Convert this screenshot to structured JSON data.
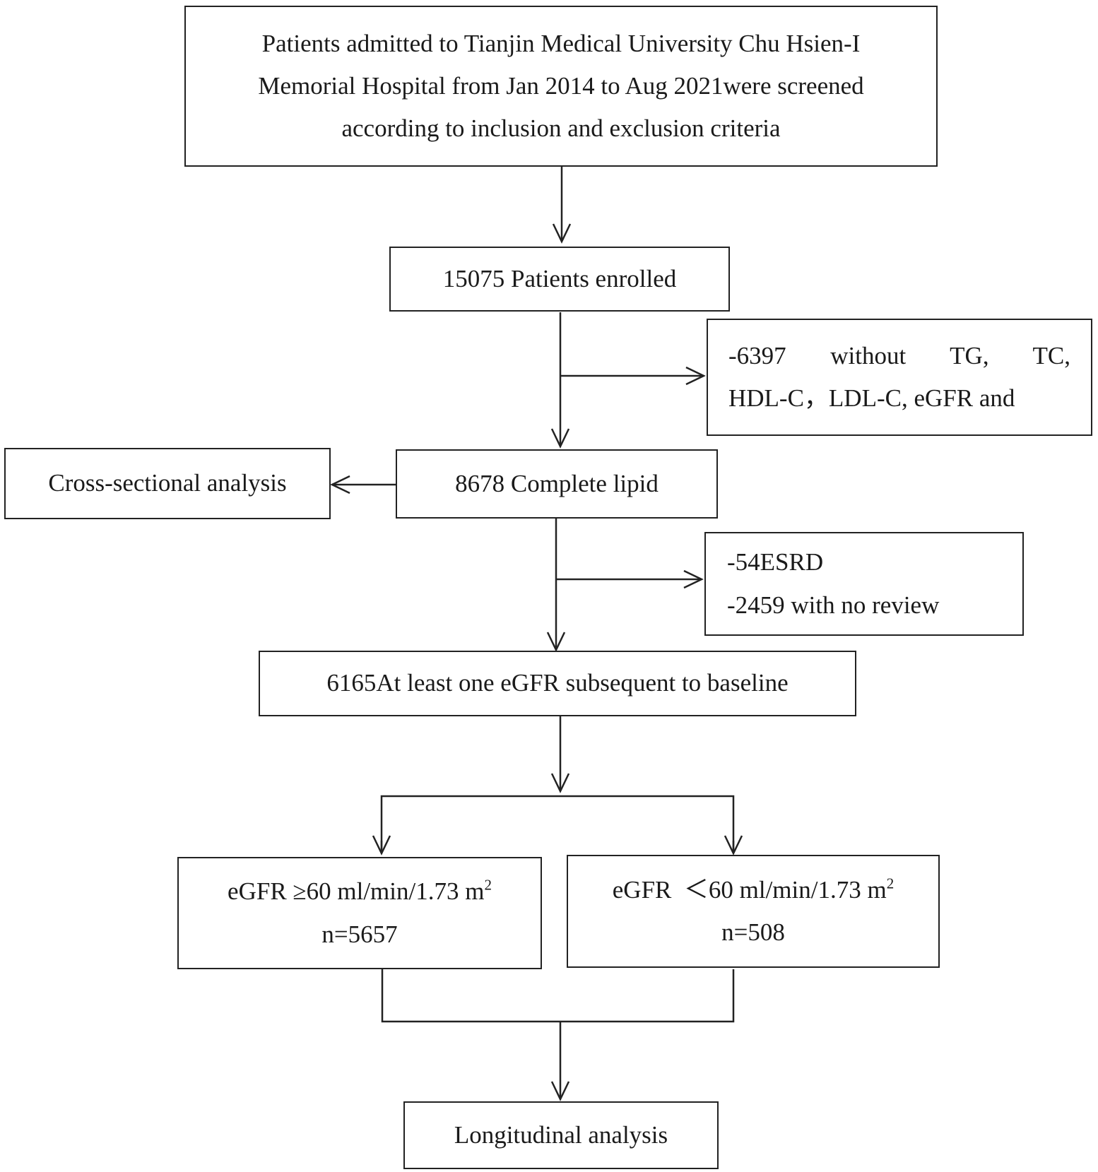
{
  "boxes": {
    "screening": {
      "line1": "Patients admitted to Tianjin Medical University Chu Hsien-I",
      "line2": "Memorial Hospital from Jan 2014 to Aug 2021were screened",
      "line3": "according to inclusion and exclusion criteria"
    },
    "enrolled": {
      "text": "15075 Patients enrolled"
    },
    "exclusion_1": {
      "line1": "-6397 without TG, TC,",
      "line2": "HDL-C，LDL-C, eGFR and"
    },
    "complete_lipid": {
      "text": "8678 Complete lipid"
    },
    "cross_sectional": {
      "text": "Cross-sectional analysis"
    },
    "exclusion_2": {
      "line1": "-54ESRD",
      "line2": "-2459 with no review"
    },
    "followup": {
      "text": "6165At least one eGFR subsequent to baseline"
    },
    "egfr_high": {
      "label": "eGFR ≥60 ml/min/1.73 m",
      "sup": "2",
      "n": "n=5657"
    },
    "egfr_low": {
      "label": "eGFR  ＜60 ml/min/1.73 m",
      "sup": "2",
      "n": "n=508"
    },
    "longitudinal": {
      "text": "Longitudinal analysis"
    }
  },
  "colors": {
    "stroke": "#222222",
    "background": "#ffffff",
    "text": "#1a1a1a"
  }
}
